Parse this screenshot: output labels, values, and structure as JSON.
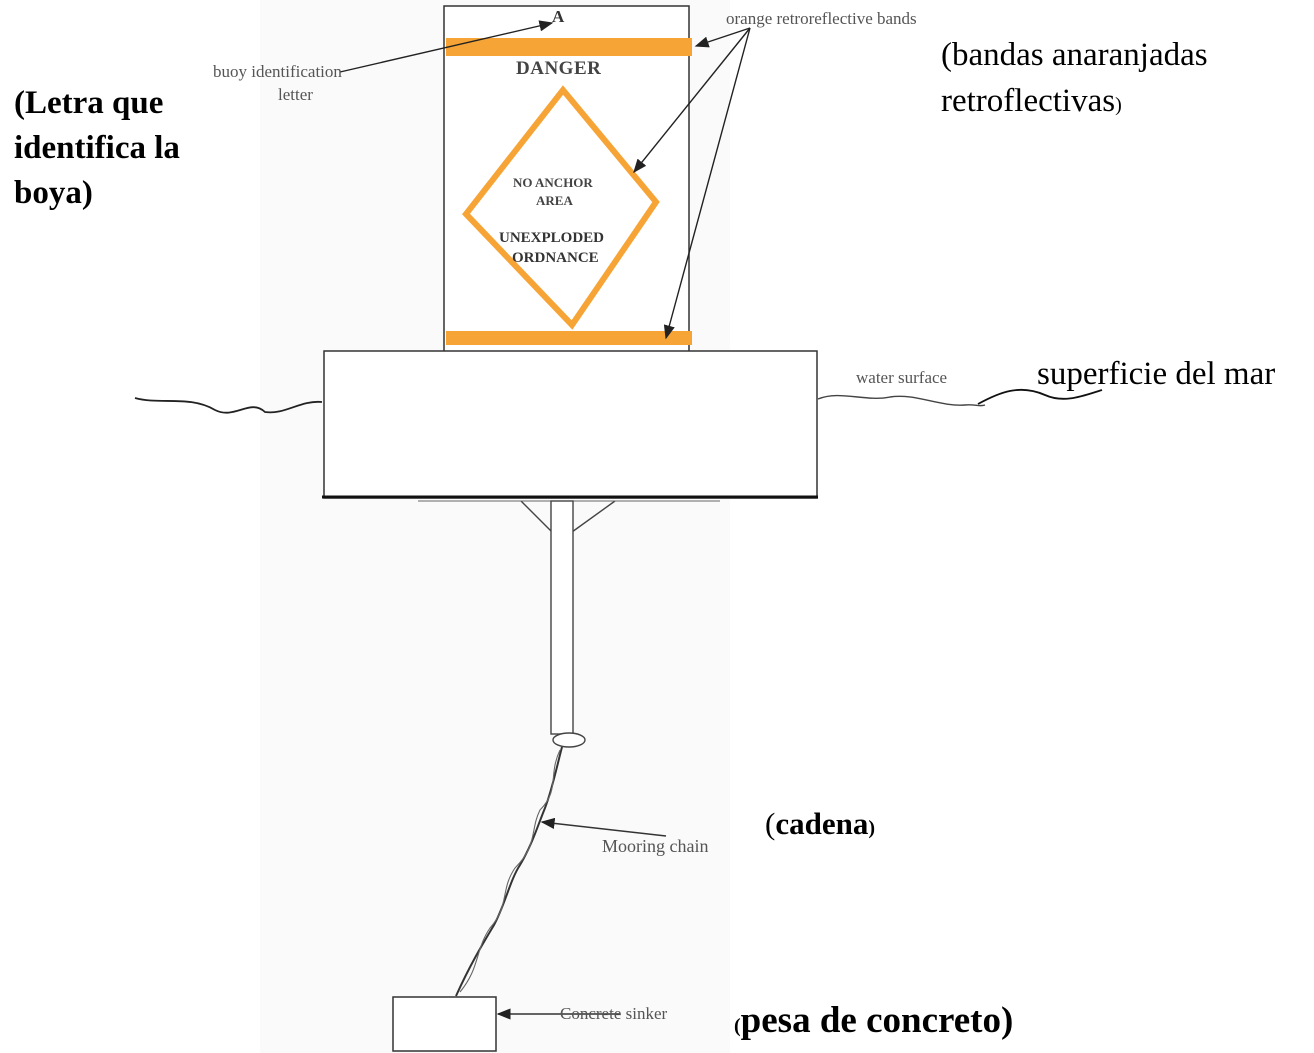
{
  "buoy": {
    "letter": "A",
    "danger": "DANGER",
    "no_anchor_1": "NO ANCHOR",
    "no_anchor_2": "AREA",
    "ordnance_1": "UNEXPLODED",
    "ordnance_2": "ORDNANCE"
  },
  "labels_en": {
    "buoy_id_1": "buoy identification",
    "buoy_id_2": "letter",
    "bands": "orange retroreflective bands",
    "water": "water surface",
    "chain": "Mooring chain",
    "sinker": "Concrete sinker"
  },
  "labels_es": {
    "letra_1": "(Letra que",
    "letra_2": "identifica la",
    "letra_3": "boya)",
    "bandas_1": "(bandas anaranjadas",
    "bandas_2": "retroflectivas",
    "bandas_close": ")",
    "superficie": "superficie del mar",
    "cadena_open": "(",
    "cadena": "cadena",
    "cadena_close": ")",
    "pesa_open": "(",
    "pesa": "pesa de concreto)"
  },
  "colors": {
    "orange": "#f7a436",
    "line": "#333333",
    "background_panel": "#fafafa"
  }
}
